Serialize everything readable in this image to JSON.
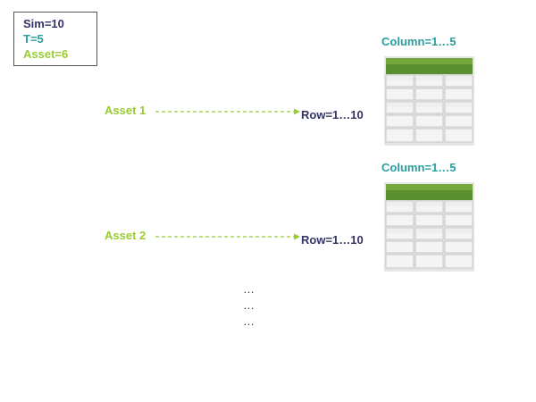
{
  "params": {
    "sim": "Sim=10",
    "t": "T=5",
    "asset": "Asset=6"
  },
  "colors": {
    "sim": "#333366",
    "t": "#2a9d9d",
    "asset": "#99cc33",
    "header_green": "#5a8f2e"
  },
  "groups": [
    {
      "asset_label": "Asset 1",
      "row_label": "Row=1…10",
      "column_label": "Column=1…5"
    },
    {
      "asset_label": "Asset 2",
      "row_label": "Row=1…10",
      "column_label": "Column=1…5"
    }
  ],
  "ellipsis": [
    "…",
    "…",
    "…"
  ],
  "icons": [
    "table-icon",
    "dashed-arrow-icon"
  ]
}
